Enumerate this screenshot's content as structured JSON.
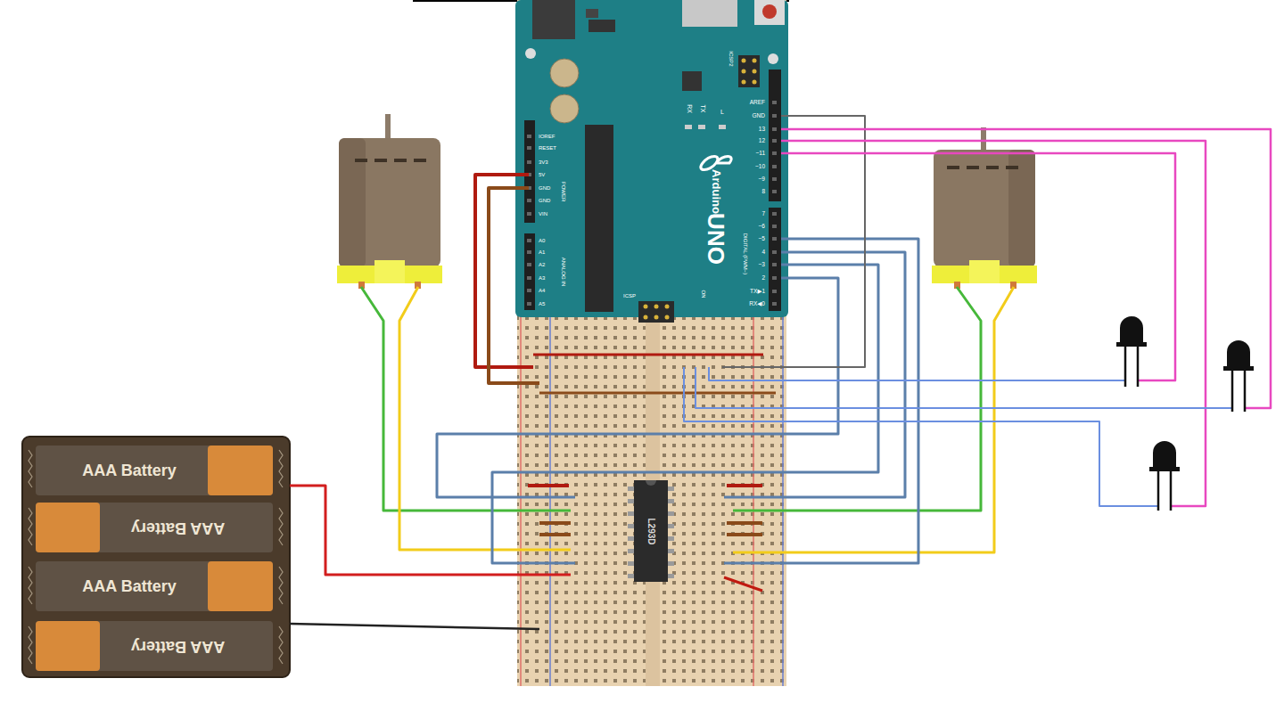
{
  "diagram": {
    "nodes": [
      {
        "text": [
          "AAA Battery"
        ]
      },
      {
        "text": [
          "AAA Battery"
        ]
      },
      {
        "text": [
          "AAA Battery"
        ]
      },
      {
        "text": [
          "AAA Battery"
        ]
      },
      {
        "text": [
          "L293D"
        ]
      }
    ],
    "labels": [
      "AREF",
      "GND",
      "13",
      "12",
      "~11",
      "~10",
      "~9",
      "8",
      "7",
      "~6",
      "~5",
      "4",
      "~3",
      "2",
      "TX▶1",
      "RX◀0",
      "IOREF",
      "RESET",
      "3V3",
      "5V",
      "GND",
      "GND",
      "VIN",
      "A0",
      "A1",
      "A2",
      "A3",
      "A4",
      "A5",
      "POWER",
      "ANALOG IN",
      "DIGITAL (PWM~)",
      "Arduino",
      "UNO",
      "ICSP2",
      "ICSP",
      "RX",
      "TX",
      "L",
      "ON"
    ]
  }
}
